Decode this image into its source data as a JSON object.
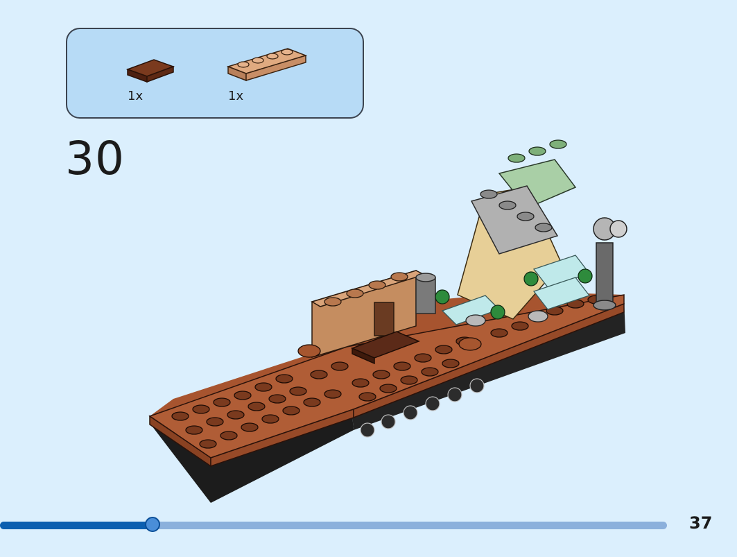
{
  "parts_list": [
    {
      "name": "brown-tile-1x2",
      "quantity": "1x",
      "color": "#5b2a18"
    },
    {
      "name": "tan-plate-1x4",
      "quantity": "1x",
      "color": "#d89f75"
    }
  ],
  "step": {
    "number": "30"
  },
  "page": {
    "number": "37"
  },
  "progress": {
    "fraction": 0.229,
    "track_color": "#8bb0dc",
    "fill_color": "#0c5fb0"
  },
  "icons": {
    "model": "lego-model-illustration"
  }
}
